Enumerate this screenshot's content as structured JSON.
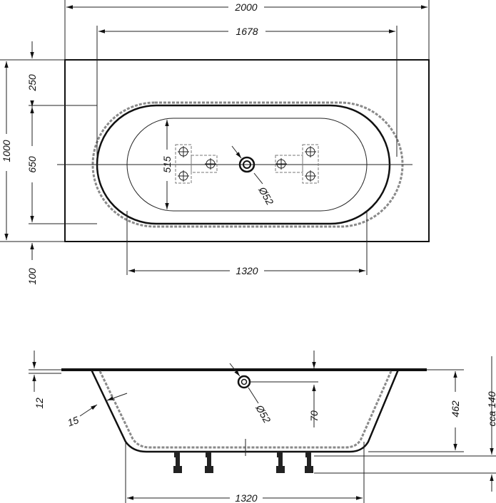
{
  "top_view": {
    "overall_length": "2000",
    "inner_length": "1678",
    "overall_width": "1000",
    "back_margin": "250",
    "inner_width": "650",
    "front_margin": "100",
    "bottom_length": "1320",
    "bottom_width": "515",
    "drain_diameter": "Ø52"
  },
  "side_view": {
    "rim_thickness": "12",
    "wall_thickness": "15",
    "drain_diameter": "Ø52",
    "drain_height": "70",
    "depth": "462",
    "leg_height": "cca 140",
    "bottom_length": "1320"
  }
}
